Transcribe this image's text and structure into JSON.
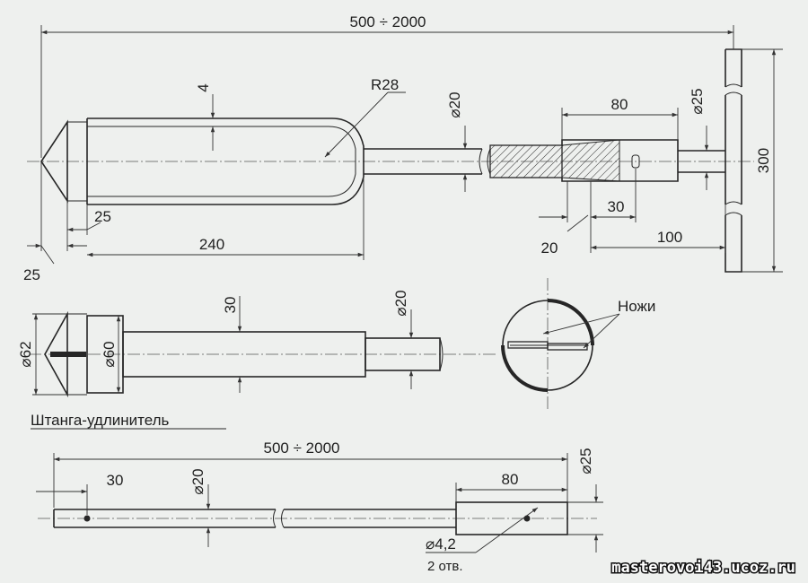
{
  "dims": {
    "top_length": "500 ÷ 2000",
    "wall": "4",
    "radius": "R28",
    "rod_d": "⌀20",
    "socket_len": "80",
    "tbar_d": "⌀25",
    "tbar_len": "300",
    "hole_pos": "30",
    "dim_20": "20",
    "dim_100": "100",
    "tip_a": "25",
    "tip_b": "25",
    "body_len": "240",
    "body_d": "⌀62",
    "inner_d": "⌀60",
    "shaft_d": "30",
    "shaft_rod_d": "⌀20",
    "ext_length": "500 ÷ 2000",
    "ext_hole": "30",
    "ext_socket": "80",
    "ext_d": "⌀20",
    "ext_d2": "⌀25",
    "ext_holes": "⌀4,2",
    "ext_holes_count": "2 отв."
  },
  "labels": {
    "knives": "Ножи",
    "extension_rod": "Штанга-удлинитель"
  },
  "watermark": "masterovoi43.ucoz.ru"
}
